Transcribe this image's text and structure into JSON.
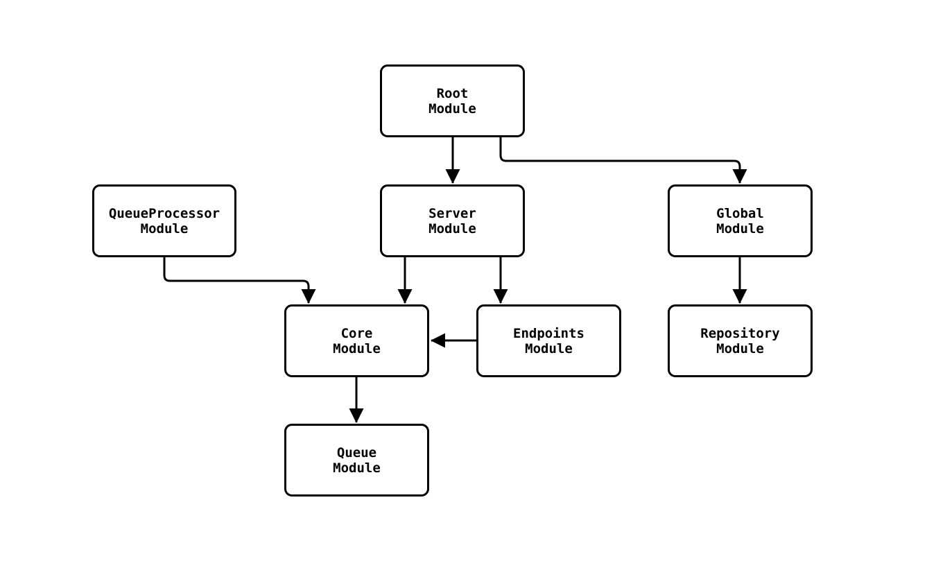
{
  "diagram": {
    "background_color": "#ffffff",
    "line_color": "#000000",
    "node_fill_color": "#ffffff",
    "nodes": [
      {
        "id": "root",
        "lines": [
          "Root",
          "Module"
        ]
      },
      {
        "id": "queueprocessor",
        "lines": [
          "QueueProcessor",
          "Module"
        ]
      },
      {
        "id": "server",
        "lines": [
          "Server",
          "Module"
        ]
      },
      {
        "id": "global",
        "lines": [
          "Global",
          "Module"
        ]
      },
      {
        "id": "core",
        "lines": [
          "Core",
          "Module"
        ]
      },
      {
        "id": "endpoints",
        "lines": [
          "Endpoints",
          "Module"
        ]
      },
      {
        "id": "repository",
        "lines": [
          "Repository",
          "Module"
        ]
      },
      {
        "id": "queue",
        "lines": [
          "Queue",
          "Module"
        ]
      }
    ],
    "edges": [
      {
        "from": "Root Module",
        "to": "Server Module"
      },
      {
        "from": "Root Module",
        "to": "Global Module"
      },
      {
        "from": "QueueProcessor Module",
        "to": "Core Module"
      },
      {
        "from": "Server Module",
        "to": "Core Module"
      },
      {
        "from": "Server Module",
        "to": "Endpoints Module"
      },
      {
        "from": "Endpoints Module",
        "to": "Core Module"
      },
      {
        "from": "Global Module",
        "to": "Repository Module"
      },
      {
        "from": "Core Module",
        "to": "Queue Module"
      }
    ]
  }
}
